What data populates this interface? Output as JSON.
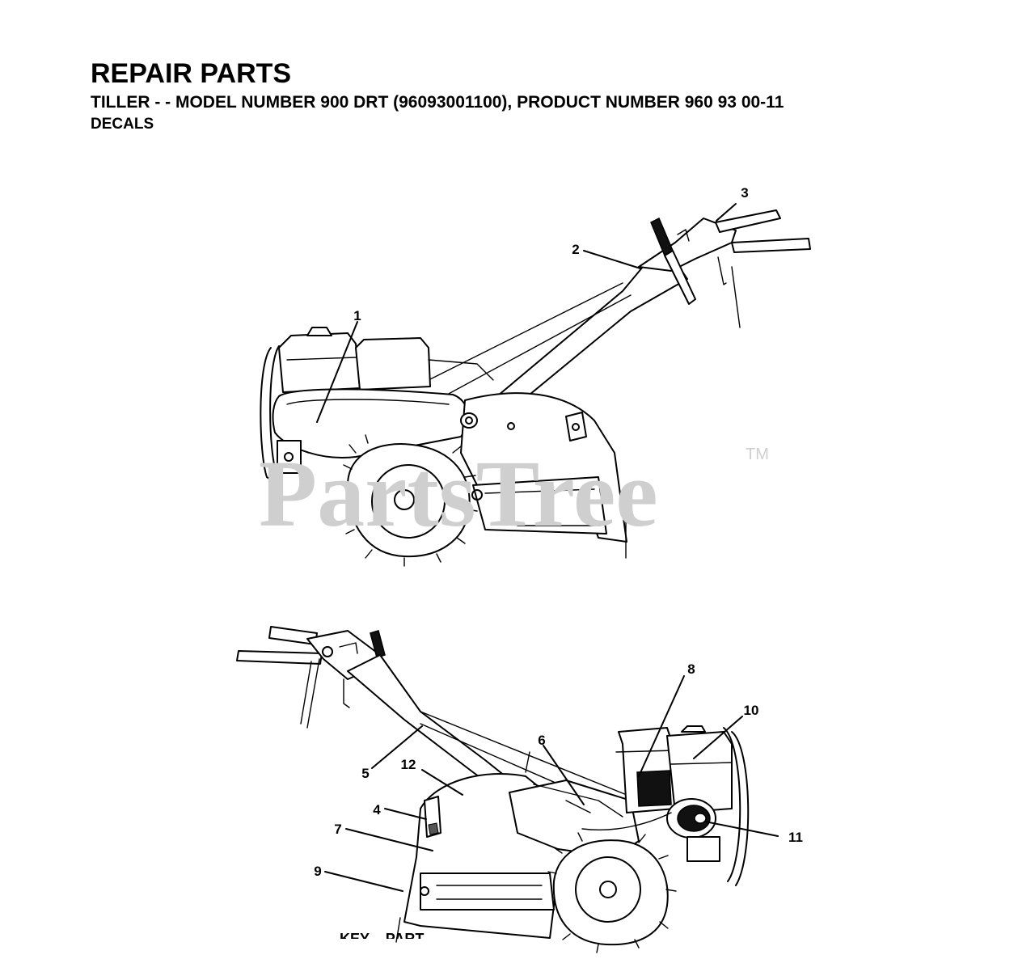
{
  "header": {
    "title": "REPAIR PARTS",
    "subtitle": "TILLER - - MODEL NUMBER 900 DRT (96093001100), PRODUCT NUMBER 960 93 00-11",
    "section": "DECALS"
  },
  "watermark": {
    "text": "PartsTree",
    "tm": "TM"
  },
  "callouts": {
    "c1": "1",
    "c2": "2",
    "c3": "3",
    "c4": "4",
    "c5": "5",
    "c6": "6",
    "c7": "7",
    "c8": "8",
    "c9": "9",
    "c10": "10",
    "c11": "11",
    "c12": "12"
  },
  "footer": {
    "key_part": "KEY    PART"
  }
}
